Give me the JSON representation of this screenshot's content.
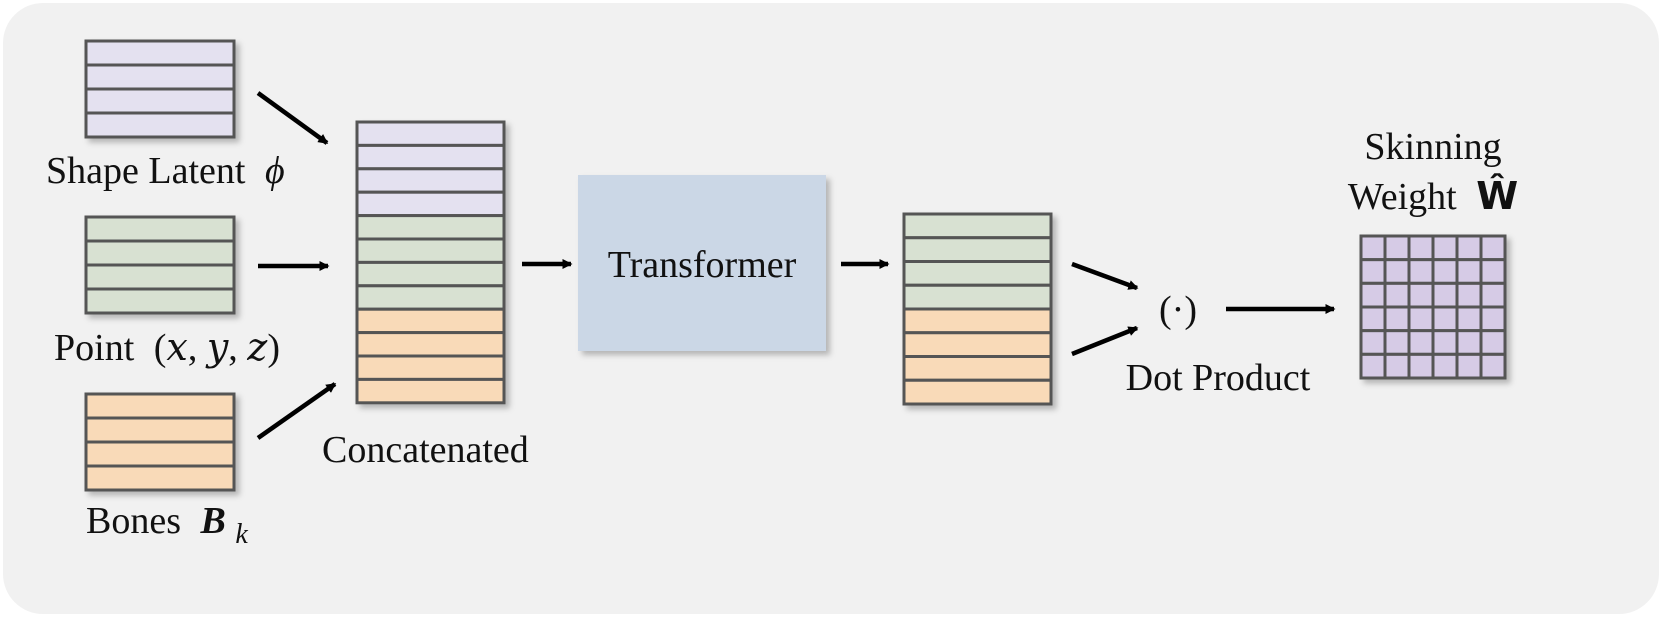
{
  "colors": {
    "background": "#f1f1f1",
    "shape_latent": "#e4e1f0",
    "point": "#d8e1d2",
    "bones": "#f9dab8",
    "transformer": "#cbd7e6",
    "skinning_grid": "#d6cbe6",
    "stroke": "#555555",
    "arrow": "#000000"
  },
  "labels": {
    "shape_latent": "Shape Latent",
    "shape_latent_symbol": "ϕ",
    "point": "Point",
    "point_coords": "(𝑥, 𝑦, 𝑧)",
    "bones": "Bones",
    "bones_symbol": "B",
    "bones_subscript": "k",
    "concatenated": "Concatenated",
    "transformer": "Transformer",
    "dot_symbol": "(·)",
    "dot_product": "Dot Product",
    "skinning_line1": "Skinning",
    "skinning_line2": "Weight",
    "skinning_symbol": "Ŵ"
  },
  "stacks": {
    "shape_latent_rows": 4,
    "point_rows": 4,
    "bones_rows": 4,
    "concatenated": [
      "shape_latent",
      "shape_latent",
      "shape_latent",
      "shape_latent",
      "point",
      "point",
      "point",
      "point",
      "bones",
      "bones",
      "bones",
      "bones"
    ],
    "output": [
      "point",
      "point",
      "point",
      "point",
      "bones",
      "bones",
      "bones",
      "bones"
    ]
  },
  "skinning_grid": {
    "rows": 6,
    "cols": 6
  }
}
